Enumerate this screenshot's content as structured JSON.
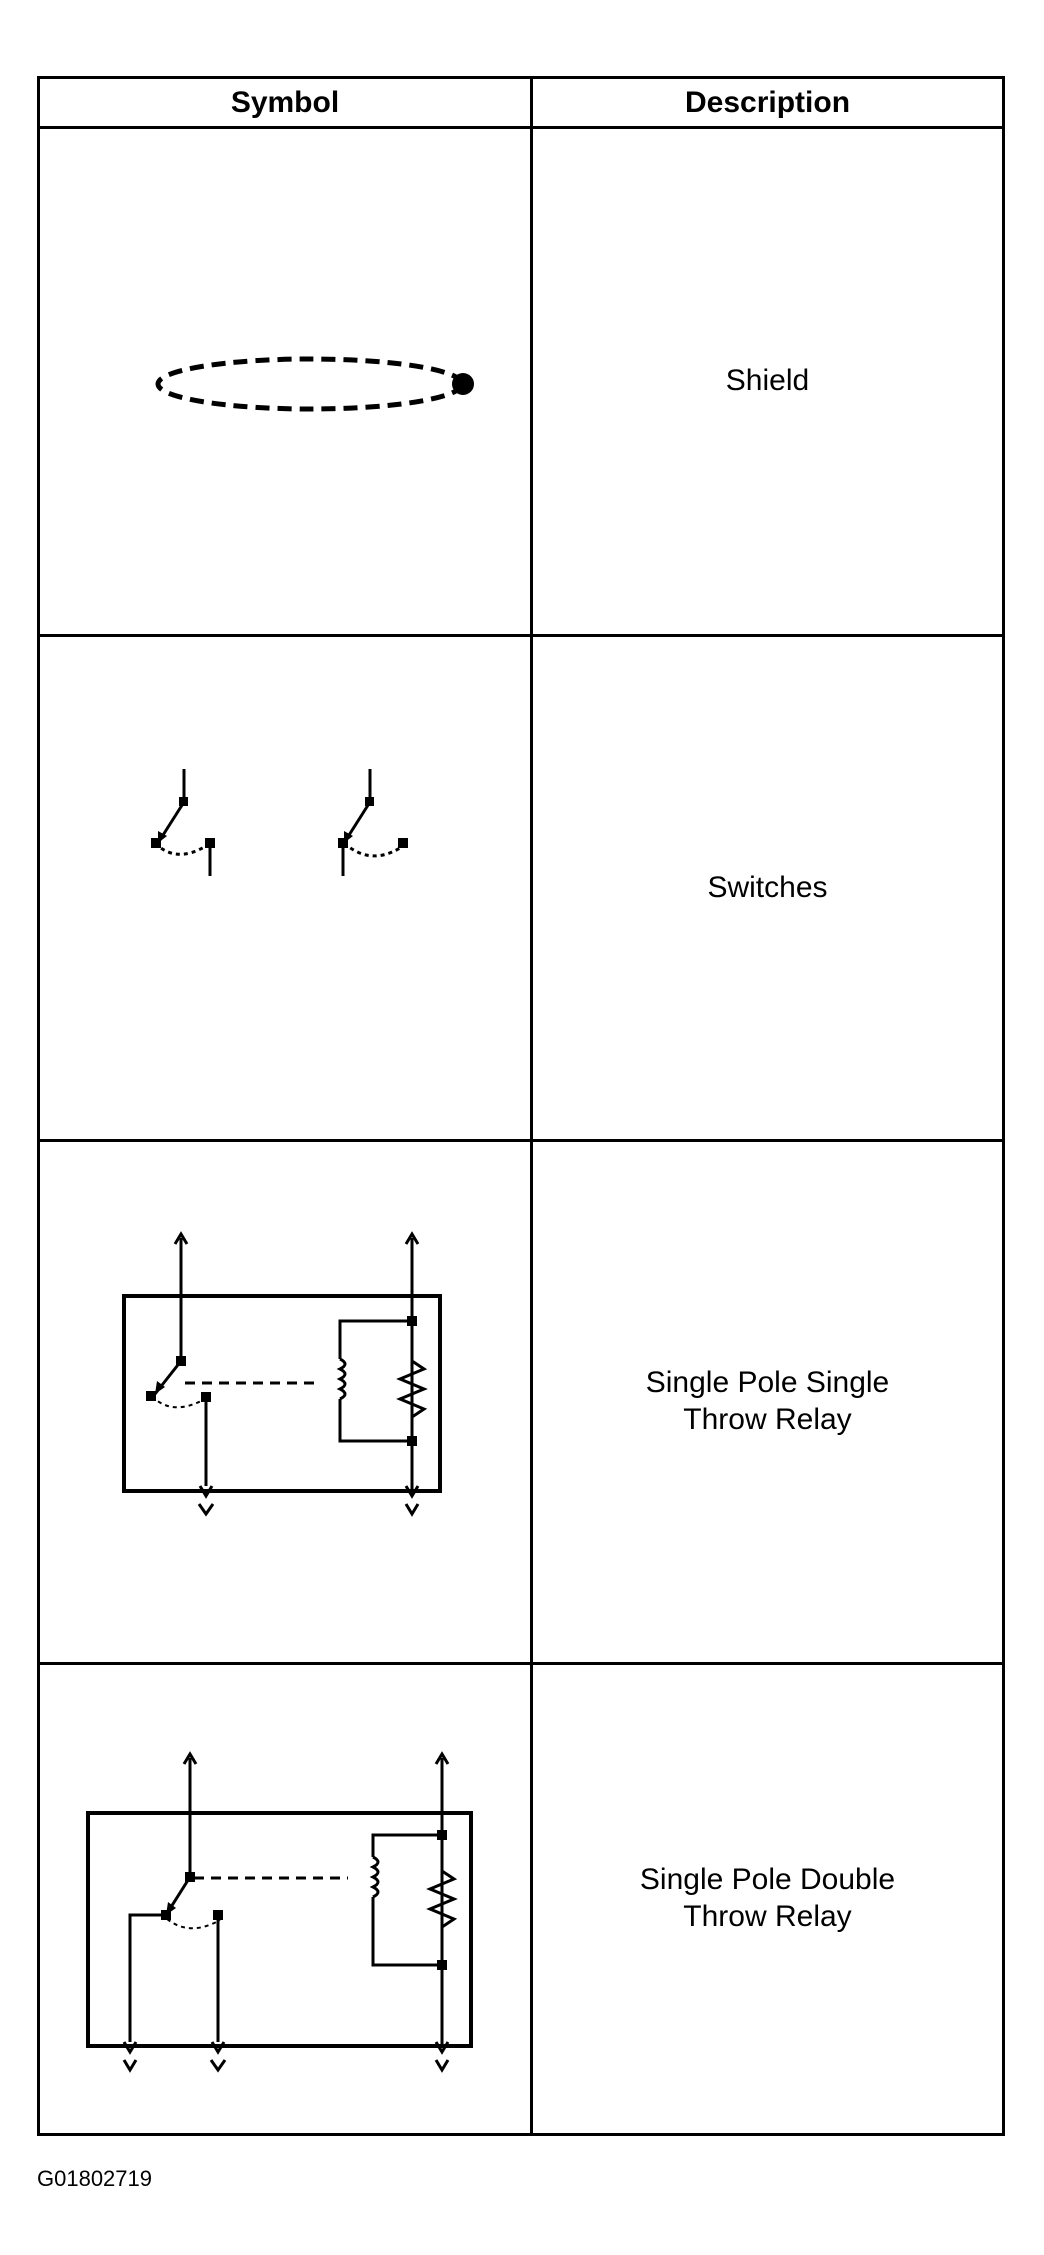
{
  "table": {
    "headers": {
      "symbol": "Symbol",
      "description": "Description"
    },
    "rows": [
      {
        "description": "Shield",
        "symbol_icon": "shield-symbol-icon"
      },
      {
        "description": "Switches",
        "symbol_icon": "switches-symbol-icon"
      },
      {
        "description": "Single Pole Single\nThrow Relay",
        "symbol_icon": "spst-relay-symbol-icon"
      },
      {
        "description": "Single Pole Double\nThrow Relay",
        "symbol_icon": "spdt-relay-symbol-icon"
      }
    ]
  },
  "footer": {
    "code": "G01802719"
  }
}
